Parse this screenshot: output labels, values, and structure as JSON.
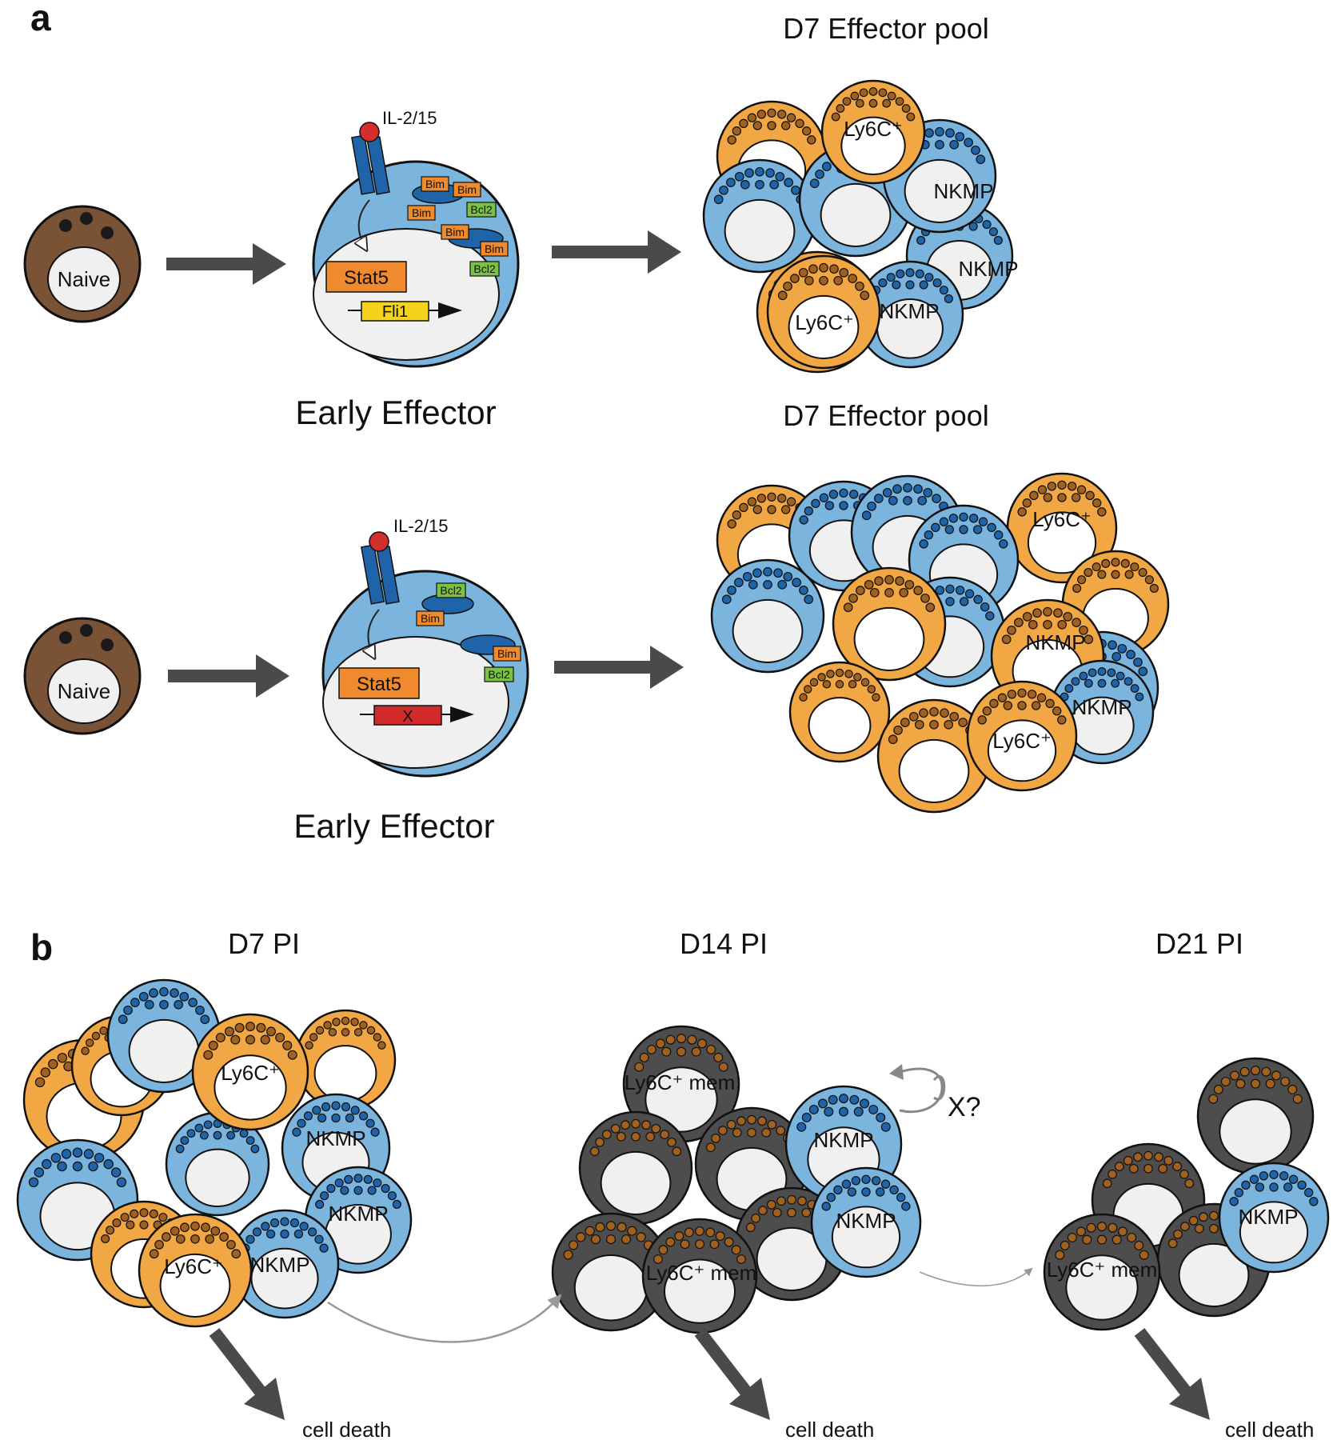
{
  "panel_a": {
    "letter": "a",
    "rows": [
      {
        "naive_label": "Naive",
        "ligand_label": "IL-2/15",
        "stage_label": "Early Effector",
        "stat_label": "Stat5",
        "gene_label": "Fli1",
        "molecules": [
          "Bim",
          "Bim",
          "Bim",
          "Bcl2",
          "Bim",
          "Bim",
          "Bcl2"
        ],
        "pool_title": "D7 Effector pool",
        "pool_labels": [
          "Ly6C⁺",
          "NKMP",
          "NKMP",
          "Ly6C⁺",
          "NKMP"
        ]
      },
      {
        "naive_label": "Naive",
        "ligand_label": "IL-2/15",
        "stage_label": "Early Effector",
        "stat_label": "Stat5",
        "gene_label": "X",
        "molecules": [
          "Bcl2",
          "Bim",
          "Bim",
          "Bcl2"
        ],
        "pool_title": "D7 Effector pool",
        "pool_labels": [
          "Ly6C⁺",
          "NKMP",
          "NKMP",
          "Ly6C⁺"
        ]
      }
    ]
  },
  "panel_b": {
    "letter": "b",
    "timepoints": [
      {
        "title": "D7 PI",
        "labels": [
          "Ly6C⁺",
          "NKMP",
          "NKMP",
          "Ly6C⁺",
          "NKMP"
        ],
        "fate": "cell death"
      },
      {
        "title": "D14 PI",
        "labels": [
          "Ly6C⁺ mem",
          "NKMP",
          "NKMP",
          "Ly6C⁺ mem"
        ],
        "fate": "cell death",
        "self_renewal": "X?"
      },
      {
        "title": "D21 PI",
        "labels": [
          "NKMP",
          "Ly6C⁺ mem"
        ],
        "fate": "cell death"
      }
    ]
  },
  "colors": {
    "naive": "#7a5236",
    "effector_blue": "#7bb4dc",
    "granule_blue": "#1f64a8",
    "ly6c_orange": "#f0a744",
    "granule_brown": "#a0601f",
    "memory_gray": "#4d4d4d",
    "nucleus": "#f0f0f0",
    "arrow": "#4a4a4a",
    "ligand_red": "#d32f2f",
    "stat_orange": "#f08a2e",
    "fli1_yellow": "#f5d21b",
    "x_red": "#d12a2a",
    "bcl2_green": "#7cc242",
    "bim_orange": "#f08a2e"
  }
}
